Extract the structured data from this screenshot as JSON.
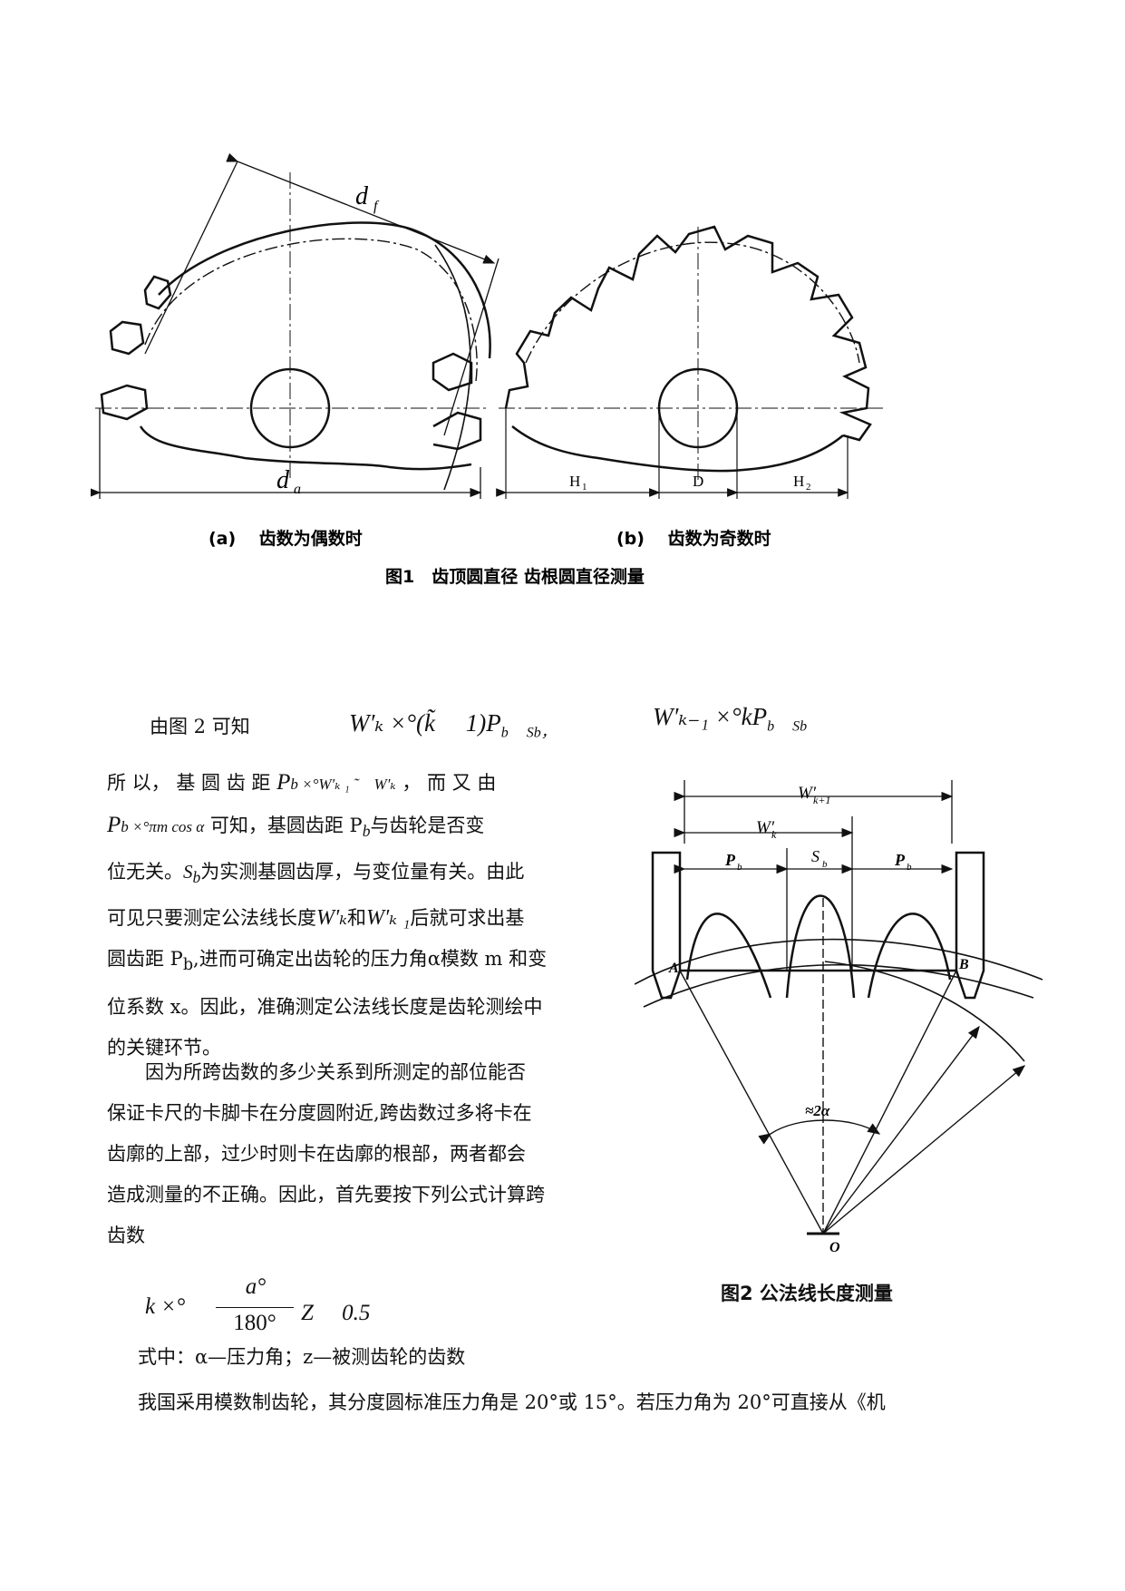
{
  "figure1": {
    "labels": {
      "df": "d",
      "df_sub": "f",
      "da": "d",
      "da_sub": "a",
      "H1": "H",
      "H1_sub": "1",
      "D": "D",
      "H2": "H",
      "H2_sub": "2"
    },
    "subcap_a": "(a)　 齿数为偶数时",
    "subcap_b": "(b)　 齿数为奇数时",
    "caption": "图1　齿顶圆直径  齿根圆直径测量"
  },
  "text": {
    "intro": "由图 2 可知",
    "eq1": "W′ₖ ×°(k̃ 　1)P",
    "eq1_tail": "b　 S",
    "eq1_end": "b，",
    "eq2": "W′ₖ₋₁ ×°kP",
    "eq2_tail": "b　 S",
    "eq2_end": "b",
    "p1_l1": "所 以， 基 圆 齿 距",
    "p1_l1_math": "P",
    "p1_l1_math2": "b ×°W′ₖ ₁ ˜　W′ₖ",
    "p1_l1_end": "， 而 又 由",
    "p1_l2_math": "P",
    "p1_l2_math2": "b ×°πm cos α",
    "p1_l2_end": "可知，基圆齿距 P",
    "p1_l2_end2": "b",
    "p1_l2_end3": "与齿轮是否变",
    "p1_l3": "位无关。",
    "p1_l3_sb": "S",
    "p1_l3_sb2": "b",
    "p1_l3_end": "为实测基圆齿厚，与变位量有关。由此",
    "p1_l4": "可见只要测定公法线长度",
    "p1_l4_m1": "W′ₖ",
    "p1_l4_and": "和",
    "p1_l4_m2": "W′ₖ ₁",
    "p1_l4_end": "后就可求出基",
    "p1_l5": "圆齿距 P",
    "p1_l5_sub": "b",
    "p1_l5_end": ",进而可确定出齿轮的压力角α模数 m 和变",
    "p1_l6": "位系数 x。因此，准确测定公法线长度是齿轮测绘中",
    "p1_l7": "的关键环节。",
    "p2_l1": "因为所跨齿数的多少关系到所测定的部位能否",
    "p2_l2": "保证卡尺的卡脚卡在分度圆附近,跨齿数过多将卡在",
    "p2_l3": "齿廓的上部，过少时则卡在齿廓的根部，两者都会",
    "p2_l4": "造成测量的不正确。因此，首先要按下列公式计算跨",
    "p2_l5": "齿数",
    "k_eq_left": "k ×°",
    "k_eq_num": "a°",
    "k_eq_den": "180°",
    "k_eq_right": "Z　 0.5",
    "where": "式中：α—压力角；z—被测齿轮的齿数",
    "last": "我国采用模数制齿轮，其分度圆标准压力角是 20°或 15°。若压力角为 20°可直接从《机"
  },
  "figure2": {
    "labels": {
      "wk1": "W′",
      "wk1_sub": "k+1",
      "wk": "W′",
      "wk_sub": "k",
      "pb_left": "P",
      "pb_left_sub": "b",
      "sb": "S",
      "sb_sub": "b",
      "pb_right": "P",
      "pb_right_sub": "b",
      "A": "A",
      "B": "B",
      "angle": "≈2α",
      "O": "O"
    },
    "caption": "图2  公法线长度测量"
  }
}
